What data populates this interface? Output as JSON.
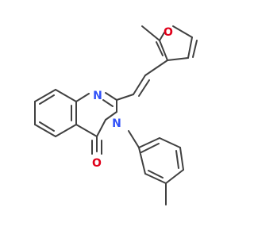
{
  "molecule": {
    "atoms": [
      {
        "id": "O1",
        "label": "O",
        "color": "#e0001a"
      },
      {
        "id": "N1",
        "label": "N",
        "color": "#3050f8"
      },
      {
        "id": "N3",
        "label": "N",
        "color": "#3050f8"
      },
      {
        "id": "O4",
        "label": "O",
        "color": "#e0001a"
      }
    ],
    "bond_color": "#404040"
  }
}
